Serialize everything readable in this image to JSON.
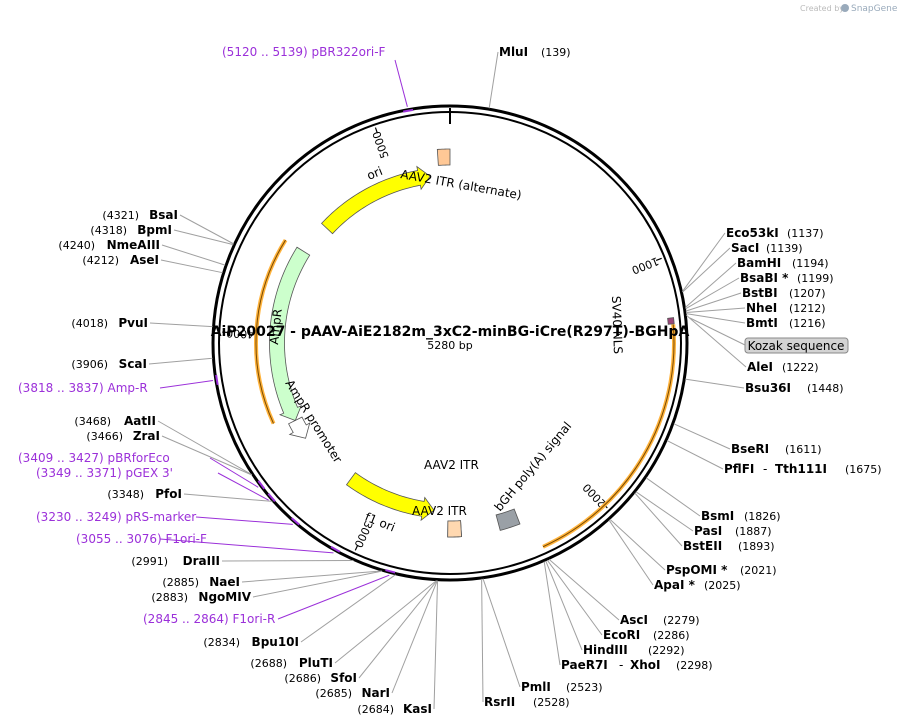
{
  "watermark": {
    "created_by": "Created by",
    "brand": "SnapGene"
  },
  "plasmid": {
    "name": "AiP20027 - pAAV-AiE2182m_3xC2-minBG-iCre(R297T)-BGHpA",
    "size": "5280 bp",
    "length": 5280
  },
  "ticks": [
    {
      "pos": 1000,
      "label": "1000"
    },
    {
      "pos": 2000,
      "label": "2000"
    },
    {
      "pos": 3000,
      "label": "3000"
    },
    {
      "pos": 4000,
      "label": "4000"
    },
    {
      "pos": 5000,
      "label": "5000"
    }
  ],
  "features": [
    {
      "name": "ori",
      "type": "arrow",
      "start": 4590,
      "end": 5180,
      "dir": 1,
      "color": "#ffff00"
    },
    {
      "name": "AAV2 ITR (alternate)",
      "type": "box",
      "start": 5225,
      "end": 5280,
      "color": "#ffc896"
    },
    {
      "name": "SV40 NLS",
      "type": "box",
      "start": 1225,
      "end": 1248,
      "color": "#9b4678"
    },
    {
      "name": "iCre(R297T)",
      "type": "orange_arc",
      "start": 1250,
      "end": 2280,
      "dir": 1,
      "color": "#ffb33c"
    },
    {
      "name": "bGH poly(A) signal",
      "type": "box",
      "start": 2330,
      "end": 2420,
      "color": "#9aa0a6"
    },
    {
      "name": "AAV2 ITR",
      "type": "box",
      "start": 2590,
      "end": 2650,
      "color": "#ffc896"
    },
    {
      "name": "AAV2 ITR",
      "type": "box",
      "start": 2590,
      "end": 2650,
      "color": "#ffd8b0"
    },
    {
      "name": "f1 ori",
      "type": "arrow",
      "start": 2720,
      "end": 3170,
      "dir": -1,
      "color": "#ffff00"
    },
    {
      "name": "AmpR promoter",
      "type": "arrow",
      "start": 3470,
      "end": 3570,
      "dir": -1,
      "color": "#ffffff"
    },
    {
      "name": "AmpR",
      "type": "arrow",
      "start": 3570,
      "end": 4430,
      "dir": -1,
      "color": "#ccffcc"
    },
    {
      "name": "AmpR-orange",
      "type": "orange_arc",
      "start": 3600,
      "end": 4430,
      "dir": -1,
      "color": "#ffb33c"
    }
  ],
  "feature_labels": {
    "ori": "ori",
    "aav2_itr_alt": "AAV2 ITR (alternate)",
    "sv40": "SV40 NLS",
    "bgh": "bGH poly(A) signal",
    "aav2_itr_1": "AAV2 ITR",
    "aav2_itr_2": "AAV2 ITR",
    "f1ori": "f1 ori",
    "ampr_promoter": "AmpR promoter",
    "ampr": "AmpR"
  },
  "sites_right": [
    {
      "name": "MluI",
      "pos": "(139)",
      "bp": 139
    },
    {
      "name": "Eco53kI",
      "pos": "(1137)",
      "bp": 1137
    },
    {
      "name": "SacI",
      "pos": "(1139)",
      "bp": 1139
    },
    {
      "name": "BamHI",
      "pos": "(1194)",
      "bp": 1194
    },
    {
      "name": "BsaBI *",
      "pos": "(1199)",
      "bp": 1199
    },
    {
      "name": "BstBI",
      "pos": "(1207)",
      "bp": 1207
    },
    {
      "name": "NheI",
      "pos": "(1212)",
      "bp": 1212
    },
    {
      "name": "BmtI",
      "pos": "(1216)",
      "bp": 1216
    },
    {
      "name": "AleI",
      "pos": "(1222)",
      "bp": 1222
    },
    {
      "name": "Bsu36I",
      "pos": "(1448)",
      "bp": 1448
    },
    {
      "name": "BseRI",
      "pos": "(1611)",
      "bp": 1611
    },
    {
      "name": "PflFI",
      "pos": "(1675)",
      "bp": 1675,
      "alias": "Tth111I"
    },
    {
      "name": "BsmI",
      "pos": "(1826)",
      "bp": 1826
    },
    {
      "name": "PasI",
      "pos": "(1887)",
      "bp": 1887
    },
    {
      "name": "BstEII",
      "pos": "(1893)",
      "bp": 1893
    },
    {
      "name": "PspOMI *",
      "pos": "(2021)",
      "bp": 2021
    },
    {
      "name": "ApaI *",
      "pos": "(2025)",
      "bp": 2025
    },
    {
      "name": "AscI",
      "pos": "(2279)",
      "bp": 2279
    },
    {
      "name": "EcoRI",
      "pos": "(2286)",
      "bp": 2286
    },
    {
      "name": "HindIII",
      "pos": "(2292)",
      "bp": 2292
    },
    {
      "name": "PaeR7I",
      "pos": "(2298)",
      "bp": 2298,
      "alias": "XhoI"
    },
    {
      "name": "PmlI",
      "pos": "(2523)",
      "bp": 2523
    },
    {
      "name": "RsrII",
      "pos": "(2528)",
      "bp": 2528
    }
  ],
  "sites_left": [
    {
      "name": "BsaI",
      "pos": "(4321)",
      "bp": 4321
    },
    {
      "name": "BpmI",
      "pos": "(4318)",
      "bp": 4318
    },
    {
      "name": "NmeAIII",
      "pos": "(4240)",
      "bp": 4240
    },
    {
      "name": "AseI",
      "pos": "(4212)",
      "bp": 4212
    },
    {
      "name": "PvuI",
      "pos": "(4018)",
      "bp": 4018
    },
    {
      "name": "ScaI",
      "pos": "(3906)",
      "bp": 3906
    },
    {
      "name": "AatII",
      "pos": "(3468)",
      "bp": 3468
    },
    {
      "name": "ZraI",
      "pos": "(3466)",
      "bp": 3466
    },
    {
      "name": "PfoI",
      "pos": "(3348)",
      "bp": 3348
    },
    {
      "name": "DraIII",
      "pos": "(2991)",
      "bp": 2991
    },
    {
      "name": "NaeI",
      "pos": "(2885)",
      "bp": 2885
    },
    {
      "name": "NgoMIV",
      "pos": "(2883)",
      "bp": 2883
    },
    {
      "name": "Bpu10I",
      "pos": "(2834)",
      "bp": 2834
    },
    {
      "name": "PluTI",
      "pos": "(2688)",
      "bp": 2688
    },
    {
      "name": "SfoI",
      "pos": "(2686)",
      "bp": 2686
    },
    {
      "name": "NarI",
      "pos": "(2685)",
      "bp": 2685
    },
    {
      "name": "KasI",
      "pos": "(2684)",
      "bp": 2684
    }
  ],
  "primers": [
    {
      "label": "(5120 .. 5139)  pBR322ori-F",
      "bp": 5130
    },
    {
      "label": "(3818 .. 3837)  Amp-R",
      "bp": 3828
    },
    {
      "label": "(3409 .. 3427)  pBRforEco",
      "bp": 3418
    },
    {
      "label": "(3349 .. 3371)  pGEX 3'",
      "bp": 3360
    },
    {
      "label": "(3230 .. 3249)  pRS-marker",
      "bp": 3240
    },
    {
      "label": "(3055 .. 3076)  F1ori-F",
      "bp": 3066
    },
    {
      "label": "(2845 .. 2864)  F1ori-R",
      "bp": 2855
    }
  ],
  "kozak": {
    "label": "Kozak sequence"
  },
  "colors": {
    "primer": "#9b30d9",
    "orange": "#e09020",
    "backbone": "#000000"
  }
}
